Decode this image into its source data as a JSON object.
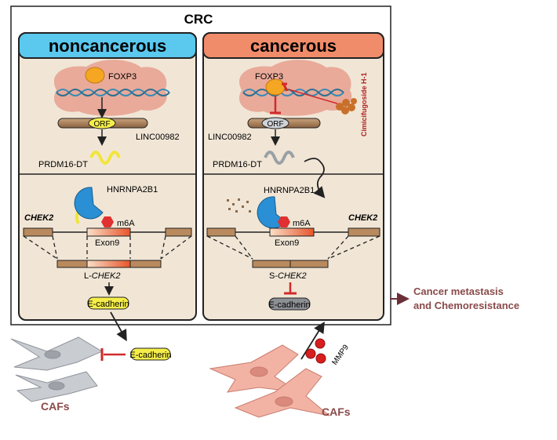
{
  "title": "CRC",
  "panels": {
    "left": {
      "header": "noncancerous",
      "header_color": "#5bc8ee"
    },
    "right": {
      "header": "cancerous",
      "header_color": "#f08c6a"
    }
  },
  "labels": {
    "foxp3": "FOXP3",
    "orf": "ORF",
    "linc": "LINC00982",
    "prdm": "PRDM16-DT",
    "hnrnp": "HNRNPA2B1",
    "m6a": "m6A",
    "chek2": "CHEK2",
    "exon": "Exon9",
    "l_prefix": "L-",
    "s_prefix": "S-",
    "ecad": "E-cadherin",
    "cimici": "Cimicifugoside H-1",
    "mmp9": "MMP9",
    "cafs": "CAFs",
    "outcome_line1": "Cancer metastasis",
    "outcome_line2": "and Chemoresistance"
  },
  "colors": {
    "panel_fill": "#f1e6d6",
    "inhibit": "#d12a2a",
    "text_maroon": "#8a4a4a",
    "orf_yellow": "#f5ee4a",
    "hnrnp_blue": "#2a8fd4"
  }
}
